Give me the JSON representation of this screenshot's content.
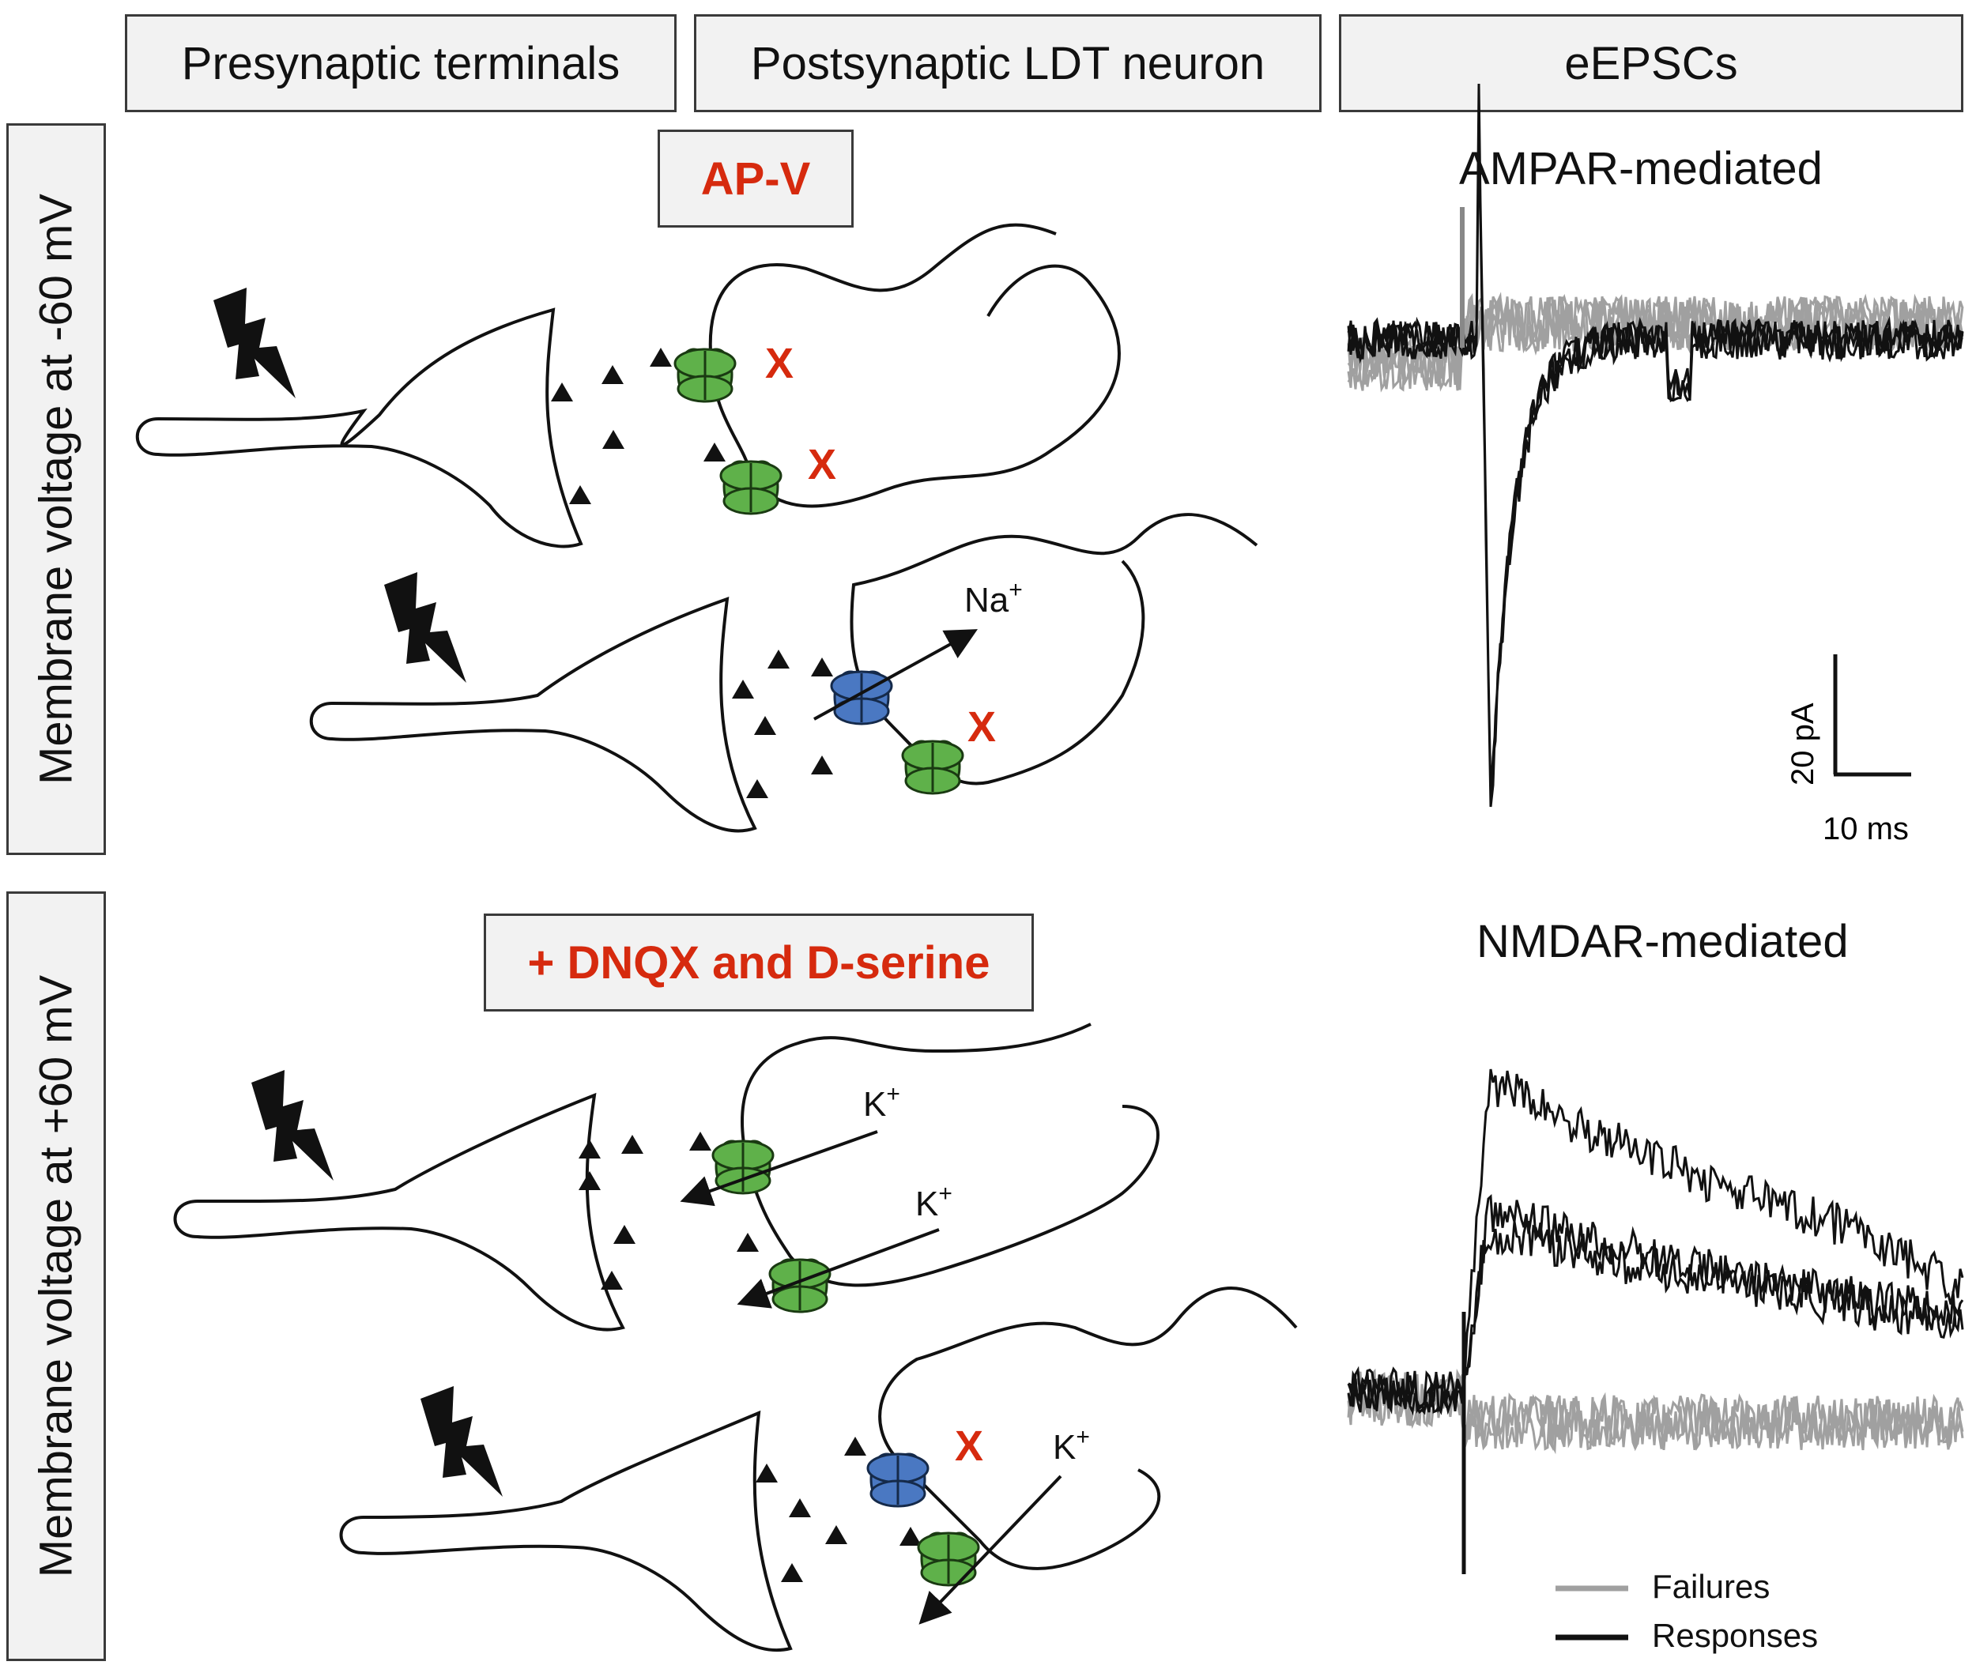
{
  "headers": {
    "presynaptic": "Presynaptic terminals",
    "postsynaptic": "Postsynaptic LDT neuron",
    "eepscs": "eEPSCs"
  },
  "rows": {
    "top_label": "Membrane voltage at -60 mV",
    "bottom_label": "Membrane voltage at +60 mV"
  },
  "drugs": {
    "top": "AP-V",
    "bottom": "+ DNQX and D-serine"
  },
  "symbols": {
    "blocked": "X",
    "na": "Na",
    "k": "K",
    "plus": "+"
  },
  "colors": {
    "drug_text": "#d62a0e",
    "ampa_receptor": "#5fb14a",
    "nmda_receptor": "#4a78c2",
    "failure_trace": "#a0a0a0",
    "response_trace": "#111111",
    "box_fill": "#f2f2f2"
  },
  "traces": {
    "ampar_title": "AMPAR-mediated",
    "nmdar_title": "NMDAR-mediated",
    "scale_y": "20 pA",
    "scale_x": "10 ms",
    "legend_failures": "Failures",
    "legend_responses": "Responses"
  }
}
